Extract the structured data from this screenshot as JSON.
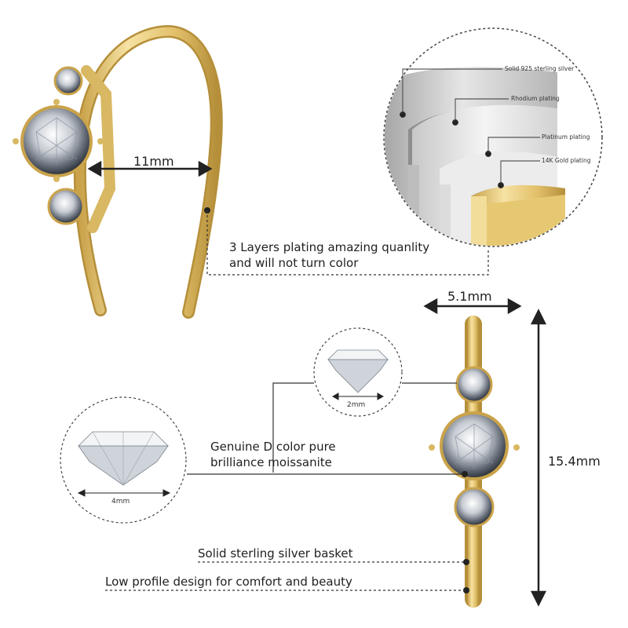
{
  "dimensions": {
    "hook_width": "11mm",
    "width": "5.1mm",
    "height": "15.4mm",
    "small_stone": "2mm",
    "center_stone": "4mm"
  },
  "plating_layers": [
    "Solid 925 sterling silver",
    "Rhodium plating",
    "Platinum plating",
    "14K Gold plating"
  ],
  "callouts": {
    "plating_line1": "3 Layers plating amazing quanlity",
    "plating_line2": "and will not turn color",
    "stone_line1": "Genuine D color pure",
    "stone_line2": "brilliance moissanite",
    "basket": "Solid sterling silver basket",
    "profile": "Low profile design for comfort and beauty"
  },
  "colors": {
    "gold": "#e3c46f",
    "gold_dark": "#b8923c",
    "silver": "#d9d9d9",
    "line": "#333333"
  }
}
